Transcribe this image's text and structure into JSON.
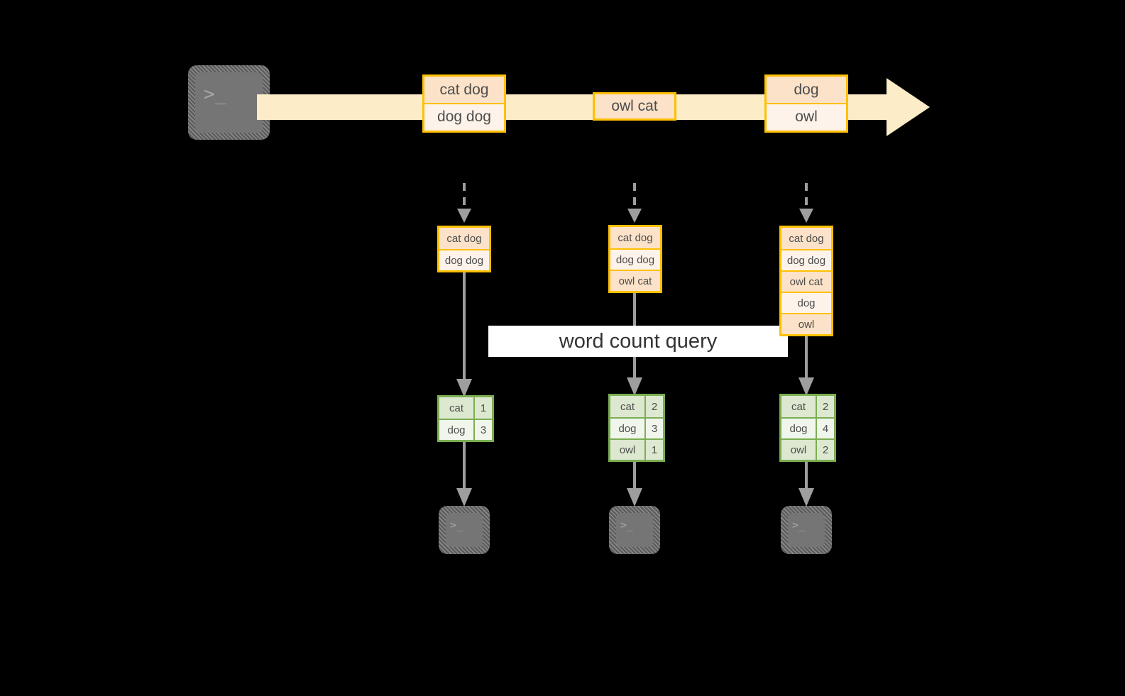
{
  "diagram": {
    "title": "word count query",
    "colors": {
      "background": "#000000",
      "event_border": "#FFC000",
      "event_fill_dark": "#FBE2C8",
      "event_fill_light": "#FDF3EA",
      "stream_arrow": "#FDECC8",
      "table_border": "#7BAE52",
      "table_fill_dark": "#DDE8D0",
      "table_fill_light": "#F1F6EC",
      "connector": "#9e9e9e",
      "terminal_fill": "#757575",
      "band_fill": "#FFFFFF"
    }
  },
  "source": {
    "icon": "terminal-icon",
    "prompt": ">_"
  },
  "stream": {
    "arrow_name": "stream-arrow",
    "groups": [
      {
        "name": "stream-event-group-1",
        "rows": [
          {
            "text": "cat dog",
            "shade": "shade-a"
          },
          {
            "text": "dog dog",
            "shade": "shade-b"
          }
        ]
      },
      {
        "name": "stream-event-group-2",
        "rows": [
          {
            "text": "owl cat",
            "shade": "shade-a"
          }
        ]
      },
      {
        "name": "stream-event-group-3",
        "rows": [
          {
            "text": "dog",
            "shade": "shade-a"
          },
          {
            "text": "owl",
            "shade": "shade-b"
          }
        ]
      }
    ]
  },
  "query": {
    "label": "word count query"
  },
  "pipelines": [
    {
      "name": "pipeline-1",
      "batch": {
        "name": "batch-stack-1",
        "rows": [
          {
            "text": "cat dog",
            "shade": "shade-a"
          },
          {
            "text": "dog dog",
            "shade": "shade-b"
          }
        ]
      },
      "result": {
        "name": "count-table-1",
        "rows": [
          {
            "key": "cat",
            "value": "1",
            "shade": "shade-a"
          },
          {
            "key": "dog",
            "value": "3",
            "shade": "shade-b"
          }
        ]
      },
      "sink": {
        "icon": "terminal-icon",
        "prompt": ">_"
      }
    },
    {
      "name": "pipeline-2",
      "batch": {
        "name": "batch-stack-2",
        "rows": [
          {
            "text": "cat dog",
            "shade": "shade-a"
          },
          {
            "text": "dog dog",
            "shade": "shade-b"
          },
          {
            "text": "owl cat",
            "shade": "shade-a"
          }
        ]
      },
      "result": {
        "name": "count-table-2",
        "rows": [
          {
            "key": "cat",
            "value": "2",
            "shade": "shade-a"
          },
          {
            "key": "dog",
            "value": "3",
            "shade": "shade-b"
          },
          {
            "key": "owl",
            "value": "1",
            "shade": "shade-a"
          }
        ]
      },
      "sink": {
        "icon": "terminal-icon",
        "prompt": ">_"
      }
    },
    {
      "name": "pipeline-3",
      "batch": {
        "name": "batch-stack-3",
        "rows": [
          {
            "text": "cat dog",
            "shade": "shade-a"
          },
          {
            "text": "dog dog",
            "shade": "shade-b"
          },
          {
            "text": "owl cat",
            "shade": "shade-a"
          },
          {
            "text": "dog",
            "shade": "shade-b"
          },
          {
            "text": "owl",
            "shade": "shade-a"
          }
        ]
      },
      "result": {
        "name": "count-table-3",
        "rows": [
          {
            "key": "cat",
            "value": "2",
            "shade": "shade-a"
          },
          {
            "key": "dog",
            "value": "4",
            "shade": "shade-b"
          },
          {
            "key": "owl",
            "value": "2",
            "shade": "shade-a"
          }
        ]
      },
      "sink": {
        "icon": "terminal-icon",
        "prompt": ">_"
      }
    }
  ]
}
